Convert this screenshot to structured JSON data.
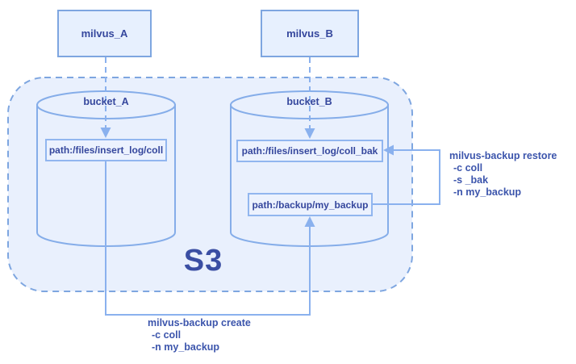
{
  "diagram": {
    "s3_label": "S3",
    "nodes": {
      "milvus_a": "milvus_A",
      "milvus_b": "milvus_B",
      "bucket_a": "bucket_A",
      "bucket_b": "bucket_B",
      "path_coll": "path:/files/insert_log/coll",
      "path_coll_bak": "path:/files/insert_log/coll_bak",
      "path_my_backup": "path:/backup/my_backup"
    },
    "commands": {
      "restore": {
        "title": "milvus-backup restore",
        "args": [
          "-c coll",
          "-s _bak",
          "-n my_backup"
        ]
      },
      "create": {
        "title": "milvus-backup create",
        "args": [
          "-c coll",
          "-n my_backup"
        ]
      }
    },
    "colors": {
      "container_fill": "#e9f0fd",
      "container_dashed_border": "#7ea6e0",
      "cylinder_stroke": "#85ade9",
      "node_fill": "#e7f0fe",
      "path_box_fill": "#ecf2fe",
      "path_box_border": "#91b6ef",
      "connector": "#8ab1ee",
      "label_text": "#35479d",
      "command_text": "#3c55ac"
    }
  }
}
